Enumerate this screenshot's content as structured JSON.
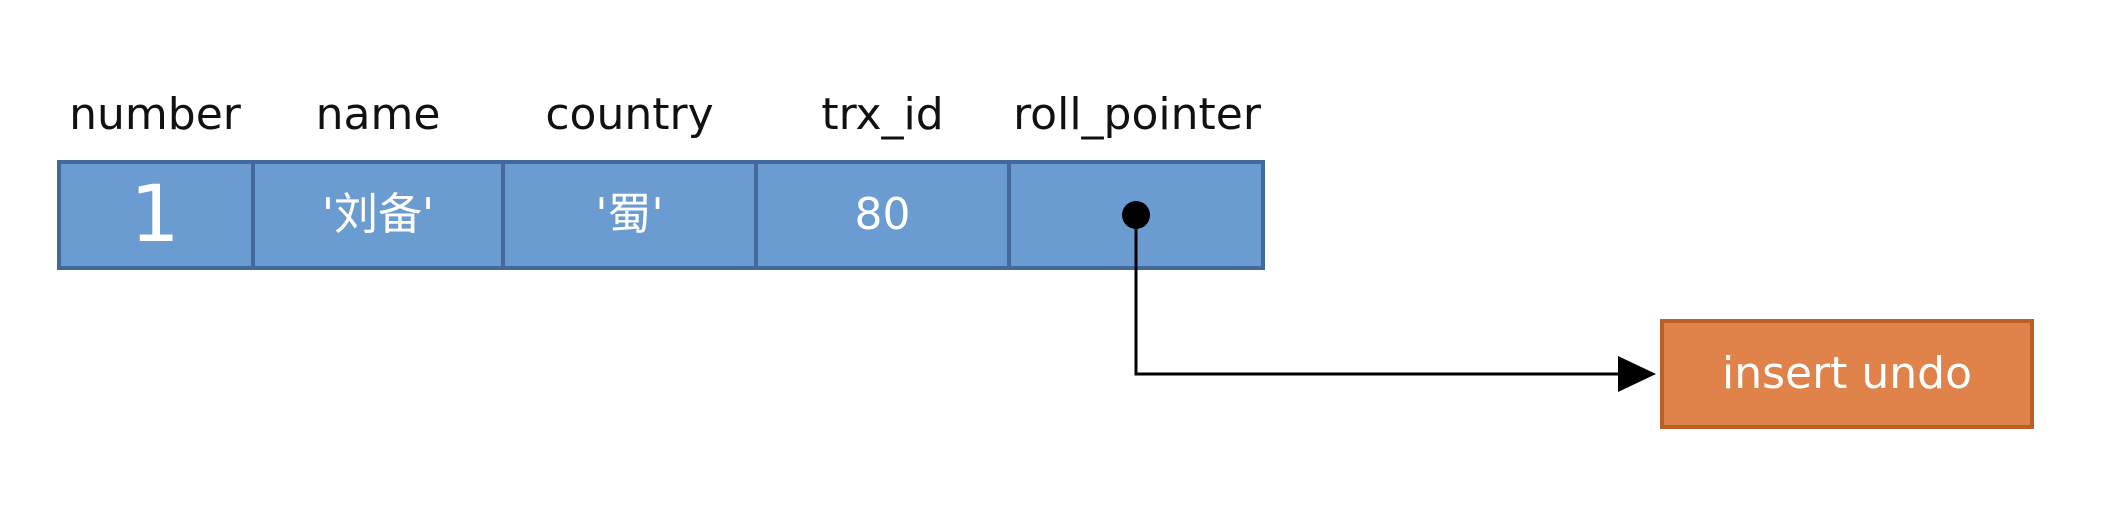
{
  "record": {
    "headers": [
      "number",
      "name",
      "country",
      "trx_id",
      "roll_pointer"
    ],
    "values": [
      "1",
      "'刘备'",
      "'蜀'",
      "80",
      ""
    ]
  },
  "undo_log": {
    "label": "insert undo"
  },
  "colors": {
    "row_fill": "#6a9bd1",
    "row_border": "#41699c",
    "undo_fill": "#e0834b",
    "undo_border": "#b85f2a",
    "arrow": "#000000"
  }
}
